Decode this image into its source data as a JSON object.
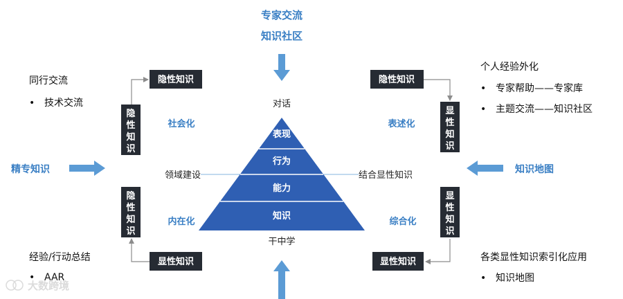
{
  "top": {
    "line1": "专家交流",
    "line2": "知识社区"
  },
  "left_side": {
    "label": "精专知识"
  },
  "right_side": {
    "label": "知识地图"
  },
  "boxes": {
    "tl_horizontal": "隐性知识",
    "tl_vertical": "隐性知识",
    "bl_vertical": "隐性知识",
    "bl_horizontal": "显性知识",
    "tr_horizontal": "隐性知识",
    "tr_vertical": "显性知识",
    "br_vertical": "显性知识",
    "br_horizontal": "显性知识"
  },
  "quadrants": {
    "socialization": "社会化",
    "externalization": "表述化",
    "internalization": "内在化",
    "combination": "综合化"
  },
  "pyramid": {
    "top_label": "对话",
    "bottom_label": "干中学",
    "left_label": "领域建设",
    "right_label": "结合显性知识",
    "levels": [
      "表现",
      "行为",
      "能力",
      "知识"
    ]
  },
  "notes": {
    "tl": {
      "title": "同行交流",
      "bullets": [
        "技术交流"
      ]
    },
    "tr": {
      "title": "个人经验外化",
      "bullets": [
        "专家帮助——专家库",
        "主题交流——知识社区"
      ]
    },
    "bl": {
      "title": "经验/行动总结",
      "bullets": [
        "AAR"
      ]
    },
    "br": {
      "title": "各类显性知识索引化应用",
      "bullets": [
        "知识地图"
      ]
    }
  },
  "watermark": "大数跨境",
  "colors": {
    "accent_blue": "#3A7FC4",
    "box_dark": "#262B33",
    "pyramid_blue": "#2F5FB3",
    "pyramid_border": "#ffffff",
    "connector": "#8C8C8C"
  }
}
